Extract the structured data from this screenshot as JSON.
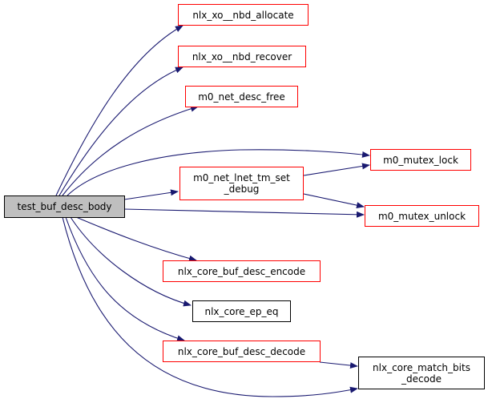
{
  "graph": {
    "type": "call-graph",
    "edge_color": "#191970",
    "nodes": [
      {
        "id": "root",
        "label": "test_buf_desc_body",
        "border": "#000000",
        "fill": "#bfbfbf"
      },
      {
        "id": "allocate",
        "label": "nlx_xo__nbd_allocate",
        "border": "#ff0000"
      },
      {
        "id": "recover",
        "label": "nlx_xo__nbd_recover",
        "border": "#ff0000"
      },
      {
        "id": "desc_free",
        "label": "m0_net_desc_free",
        "border": "#ff0000"
      },
      {
        "id": "set_debug",
        "label": "m0_net_lnet_tm_set\n_debug",
        "border": "#ff0000"
      },
      {
        "id": "lock",
        "label": "m0_mutex_lock",
        "border": "#ff0000"
      },
      {
        "id": "unlock",
        "label": "m0_mutex_unlock",
        "border": "#ff0000"
      },
      {
        "id": "encode",
        "label": "nlx_core_buf_desc_encode",
        "border": "#ff0000"
      },
      {
        "id": "ep_eq",
        "label": "nlx_core_ep_eq",
        "border": "#000000"
      },
      {
        "id": "decode",
        "label": "nlx_core_buf_desc_decode",
        "border": "#ff0000"
      },
      {
        "id": "match_bits",
        "label": "nlx_core_match_bits\n_decode",
        "border": "#000000"
      }
    ],
    "edges": [
      {
        "from": "root",
        "to": "allocate"
      },
      {
        "from": "root",
        "to": "recover"
      },
      {
        "from": "root",
        "to": "desc_free"
      },
      {
        "from": "root",
        "to": "lock"
      },
      {
        "from": "root",
        "to": "set_debug"
      },
      {
        "from": "root",
        "to": "unlock"
      },
      {
        "from": "root",
        "to": "encode"
      },
      {
        "from": "root",
        "to": "ep_eq"
      },
      {
        "from": "root",
        "to": "decode"
      },
      {
        "from": "root",
        "to": "match_bits"
      },
      {
        "from": "set_debug",
        "to": "lock"
      },
      {
        "from": "set_debug",
        "to": "unlock"
      },
      {
        "from": "decode",
        "to": "match_bits"
      }
    ]
  }
}
